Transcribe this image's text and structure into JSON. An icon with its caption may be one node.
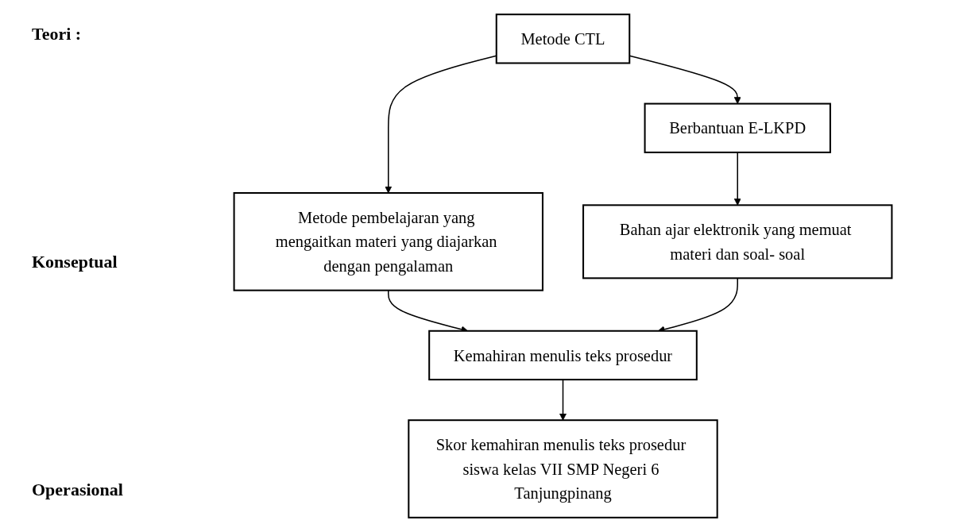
{
  "diagram": {
    "nodes": [
      {
        "text": [
          "Metode CTL"
        ]
      },
      {
        "text": [
          "Berbantuan E-LKPD"
        ]
      },
      {
        "text": [
          "Metode pembelajaran yang mengaitkan materi yang diajarkan dengan pengalaman"
        ]
      },
      {
        "text": [
          "Bahan ajar elektronik yang memuat materi dan soal- soal"
        ]
      },
      {
        "text": [
          "Kemahiran menulis teks prosedur"
        ]
      },
      {
        "text": [
          "Skor kemahiran menulis teks prosedur siswa kelas VII SMP Negeri 6 Tanjungpinang"
        ]
      }
    ],
    "edges": [
      {
        "from": 0,
        "to": 1,
        "arrow": "to"
      },
      {
        "from": 0,
        "to": 2,
        "arrow": "to"
      },
      {
        "from": 1,
        "to": 3,
        "arrow": "to"
      },
      {
        "from": 2,
        "to": 4,
        "arrow": "to"
      },
      {
        "from": 3,
        "to": 4,
        "arrow": "to"
      },
      {
        "from": 4,
        "to": 5,
        "arrow": "to"
      }
    ],
    "labels": [
      "Teori :",
      "Konseptual",
      "Operasional"
    ]
  }
}
